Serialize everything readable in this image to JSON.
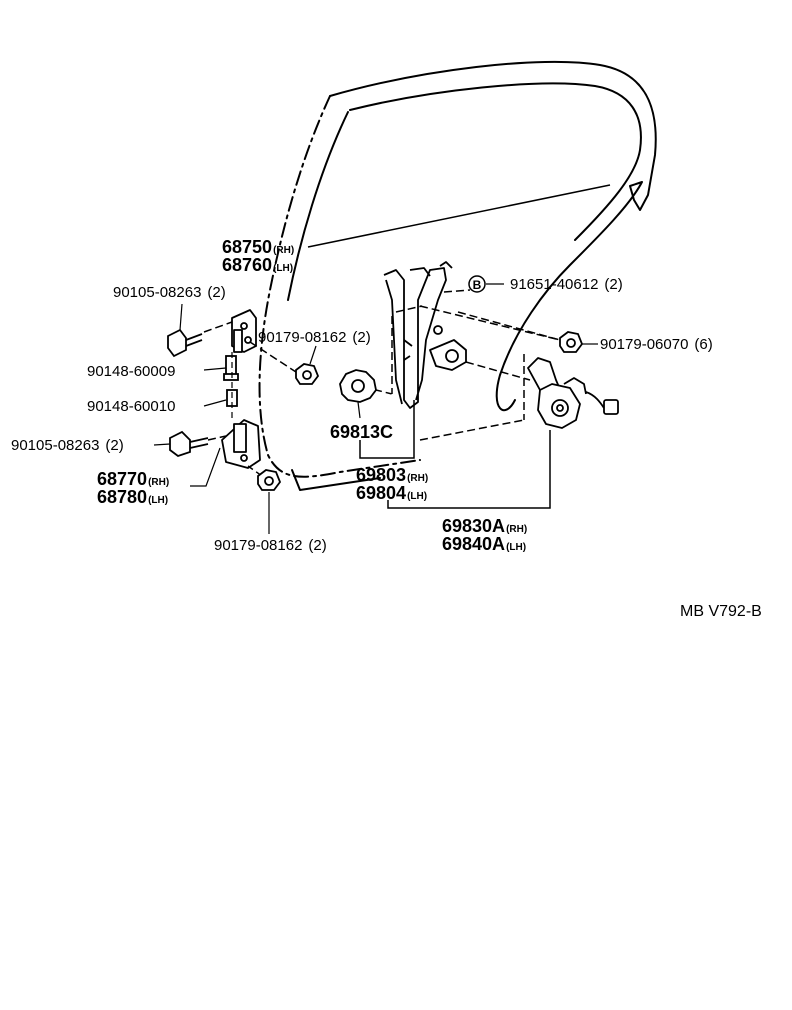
{
  "parts": [
    {
      "id": "door-frame",
      "number": "68750",
      "side": "(RH)"
    },
    {
      "id": "door-frame-lh",
      "number": "68760",
      "side": "(LH)"
    },
    {
      "id": "bolt-upper",
      "number": "90105-08263",
      "qty": "(2)"
    },
    {
      "id": "nut-upper",
      "number": "90179-08162",
      "qty": "(2)"
    },
    {
      "id": "pin-upper",
      "number": "90148-60009"
    },
    {
      "id": "pin-lower",
      "number": "90148-60010"
    },
    {
      "id": "bolt-lower",
      "number": "90105-08263",
      "qty": "(2)"
    },
    {
      "id": "hinge-rh",
      "number": "68770",
      "side": "(RH)"
    },
    {
      "id": "hinge-lh",
      "number": "68780",
      "side": "(LH)"
    },
    {
      "id": "nut-lower",
      "number": "90179-08162",
      "qty": "(2)"
    },
    {
      "id": "bolt-b",
      "number": "91651-40612",
      "qty": "(2)",
      "callout": "B"
    },
    {
      "id": "nut-motor",
      "number": "90179-06070",
      "qty": "(6)"
    },
    {
      "id": "gear",
      "number": "69813C"
    },
    {
      "id": "regulator-rh",
      "number": "69803",
      "side": "(RH)"
    },
    {
      "id": "regulator-lh",
      "number": "69804",
      "side": "(LH)"
    },
    {
      "id": "motor-rh",
      "number": "69830A",
      "side": "(RH)"
    },
    {
      "id": "motor-lh",
      "number": "69840A",
      "side": "(LH)"
    }
  ],
  "drawing_code": "MB V792-B"
}
